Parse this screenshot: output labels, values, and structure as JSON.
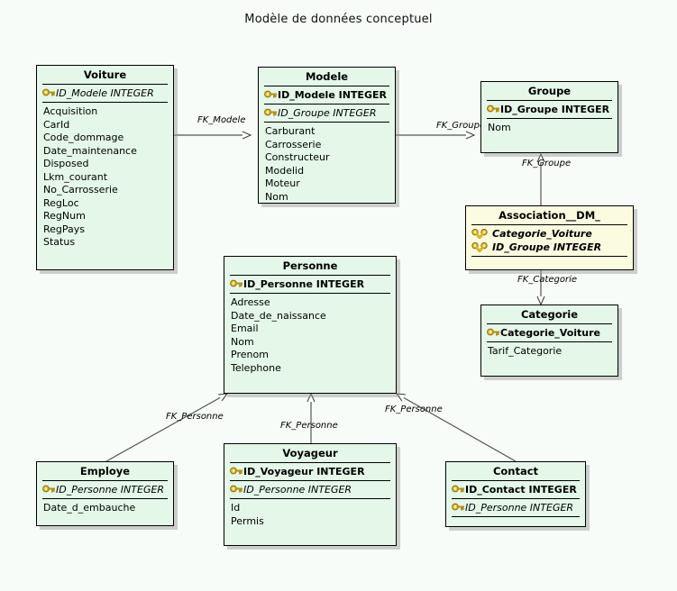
{
  "diagram": {
    "title": "Modèle de données conceptuel",
    "canvas_bg": "#f7fcf8",
    "entity_bg": "#e4f7e8",
    "association_bg": "#fbfbe0",
    "border_color": "#000000",
    "line_color": "#555555"
  },
  "entities": {
    "voiture": {
      "title": "Voiture",
      "keys": [
        {
          "name": "ID_Modele INTEGER",
          "icon": "key-icon",
          "style": "fk"
        }
      ],
      "attributes": [
        "Acquisition",
        "CarId",
        "Code_dommage",
        "Date_maintenance",
        "Disposed",
        "Lkm_courant",
        "No_Carrosserie",
        "RegLoc",
        "RegNum",
        "RegPays",
        "Status"
      ]
    },
    "modele": {
      "title": "Modele",
      "keys": [
        {
          "name": "ID_Modele INTEGER",
          "icon": "key-icon",
          "style": "pk"
        },
        {
          "name": "ID_Groupe INTEGER",
          "icon": "key-icon",
          "style": "fk"
        }
      ],
      "attributes": [
        "Carburant",
        "Carrosserie",
        "Constructeur",
        "Modelid",
        "Moteur",
        "Nom"
      ]
    },
    "groupe": {
      "title": "Groupe",
      "keys": [
        {
          "name": "ID_Groupe INTEGER",
          "icon": "key-icon",
          "style": "pk"
        }
      ],
      "attributes": [
        "Nom"
      ]
    },
    "association_dm": {
      "title": "Association__DM_",
      "keys": [
        {
          "name": "Categorie_Voiture",
          "icon": "double-key-icon",
          "style": "pkfk"
        },
        {
          "name": "ID_Groupe INTEGER",
          "icon": "double-key-icon",
          "style": "pkfk"
        }
      ],
      "attributes": []
    },
    "categorie": {
      "title": "Categorie",
      "keys": [
        {
          "name": "Categorie_Voiture",
          "icon": "key-icon",
          "style": "pk"
        }
      ],
      "attributes": [
        "Tarif_Categorie"
      ]
    },
    "personne": {
      "title": "Personne",
      "keys": [
        {
          "name": "ID_Personne INTEGER",
          "icon": "key-icon",
          "style": "pk"
        }
      ],
      "attributes": [
        "Adresse",
        "Date_de_naissance",
        "Email",
        "Nom",
        "Prenom",
        "Telephone"
      ]
    },
    "employe": {
      "title": "Employe",
      "keys": [
        {
          "name": "ID_Personne INTEGER",
          "icon": "key-icon",
          "style": "fk"
        }
      ],
      "attributes": [
        "Date_d_embauche"
      ]
    },
    "voyageur": {
      "title": "Voyageur",
      "keys": [
        {
          "name": "ID_Voyageur INTEGER",
          "icon": "key-icon",
          "style": "pk"
        },
        {
          "name": "ID_Personne INTEGER",
          "icon": "key-icon",
          "style": "fk"
        }
      ],
      "attributes": [
        "Id",
        "Permis"
      ]
    },
    "contact": {
      "title": "Contact",
      "keys": [
        {
          "name": "ID_Contact INTEGER",
          "icon": "key-icon",
          "style": "pk"
        },
        {
          "name": "ID_Personne INTEGER",
          "icon": "key-icon",
          "style": "fk"
        }
      ],
      "attributes": []
    }
  },
  "relationships": [
    {
      "id": "fk_modele",
      "label": "FK_Modele",
      "from": "voiture",
      "to": "modele"
    },
    {
      "id": "fk_groupe_modele",
      "label": "FK_Groupe",
      "from": "modele",
      "to": "groupe"
    },
    {
      "id": "fk_groupe_assoc",
      "label": "FK_Groupe",
      "from": "association_dm",
      "to": "groupe"
    },
    {
      "id": "fk_categorie",
      "label": "FK_Categorie",
      "from": "association_dm",
      "to": "categorie"
    },
    {
      "id": "fk_personne_employe",
      "label": "FK_Personne",
      "from": "employe",
      "to": "personne"
    },
    {
      "id": "fk_personne_voyageur",
      "label": "FK_Personne",
      "from": "voyageur",
      "to": "personne"
    },
    {
      "id": "fk_personne_contact",
      "label": "FK_Personne",
      "from": "contact",
      "to": "personne"
    }
  ]
}
